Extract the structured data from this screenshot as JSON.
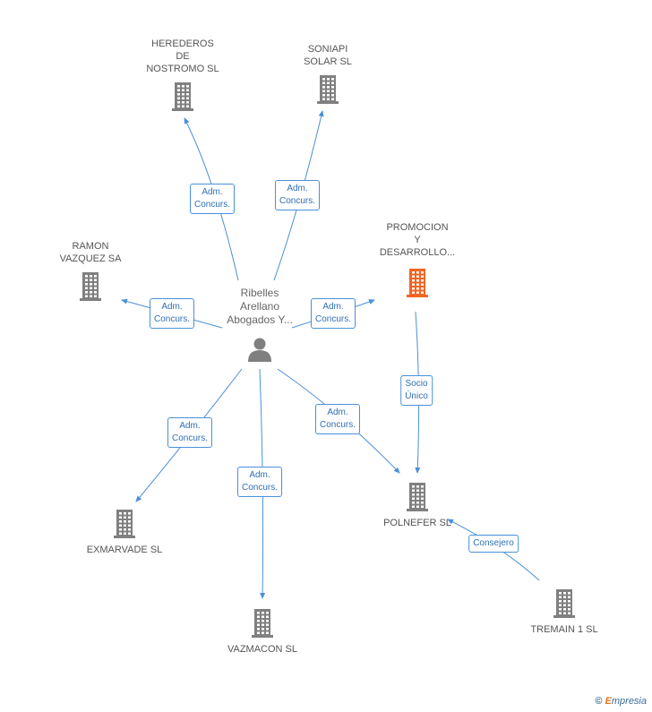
{
  "colors": {
    "edge": "#4a90d9",
    "company": "#808080",
    "company_highlight": "#f26522",
    "person": "#7f7f7f"
  },
  "center": {
    "label": "Ribelles\nArellano\nAbogados Y...",
    "icon": "person-icon"
  },
  "companies": [
    {
      "id": "herederos",
      "label": "HEREDEROS\nDE\nNOSTROMO SL",
      "icon": "building-icon"
    },
    {
      "id": "soniapi",
      "label": "SONIAPI\nSOLAR SL",
      "icon": "building-icon"
    },
    {
      "id": "ramon",
      "label": "RAMON\nVAZQUEZ SA",
      "icon": "building-icon"
    },
    {
      "id": "promocion",
      "label": "PROMOCION\nY\nDESARROLLO...",
      "icon": "building-icon",
      "highlight": true
    },
    {
      "id": "exmarvade",
      "label": "EXMARVADE SL",
      "icon": "building-icon"
    },
    {
      "id": "vazmacon",
      "label": "VAZMACON SL",
      "icon": "building-icon"
    },
    {
      "id": "polnefer",
      "label": "POLNEFER SL",
      "icon": "building-icon"
    },
    {
      "id": "tremain",
      "label": "TREMAIN 1 SL",
      "icon": "building-icon"
    }
  ],
  "edges": [
    {
      "from": "center",
      "to": "herederos",
      "label": "Adm.\nConcurs."
    },
    {
      "from": "center",
      "to": "soniapi",
      "label": "Adm.\nConcurs."
    },
    {
      "from": "center",
      "to": "ramon",
      "label": "Adm.\nConcurs."
    },
    {
      "from": "center",
      "to": "promocion",
      "label": "Adm.\nConcurs."
    },
    {
      "from": "center",
      "to": "exmarvade",
      "label": "Adm.\nConcurs."
    },
    {
      "from": "center",
      "to": "vazmacon",
      "label": "Adm.\nConcurs."
    },
    {
      "from": "center",
      "to": "polnefer",
      "label": "Adm.\nConcurs."
    },
    {
      "from": "promocion",
      "to": "polnefer",
      "label": "Socio\nÚnico"
    },
    {
      "from": "tremain",
      "to": "polnefer",
      "label": "Consejero"
    }
  ],
  "watermark": {
    "copyright": "©",
    "brand_first": "E",
    "brand_rest": "mpresia"
  }
}
